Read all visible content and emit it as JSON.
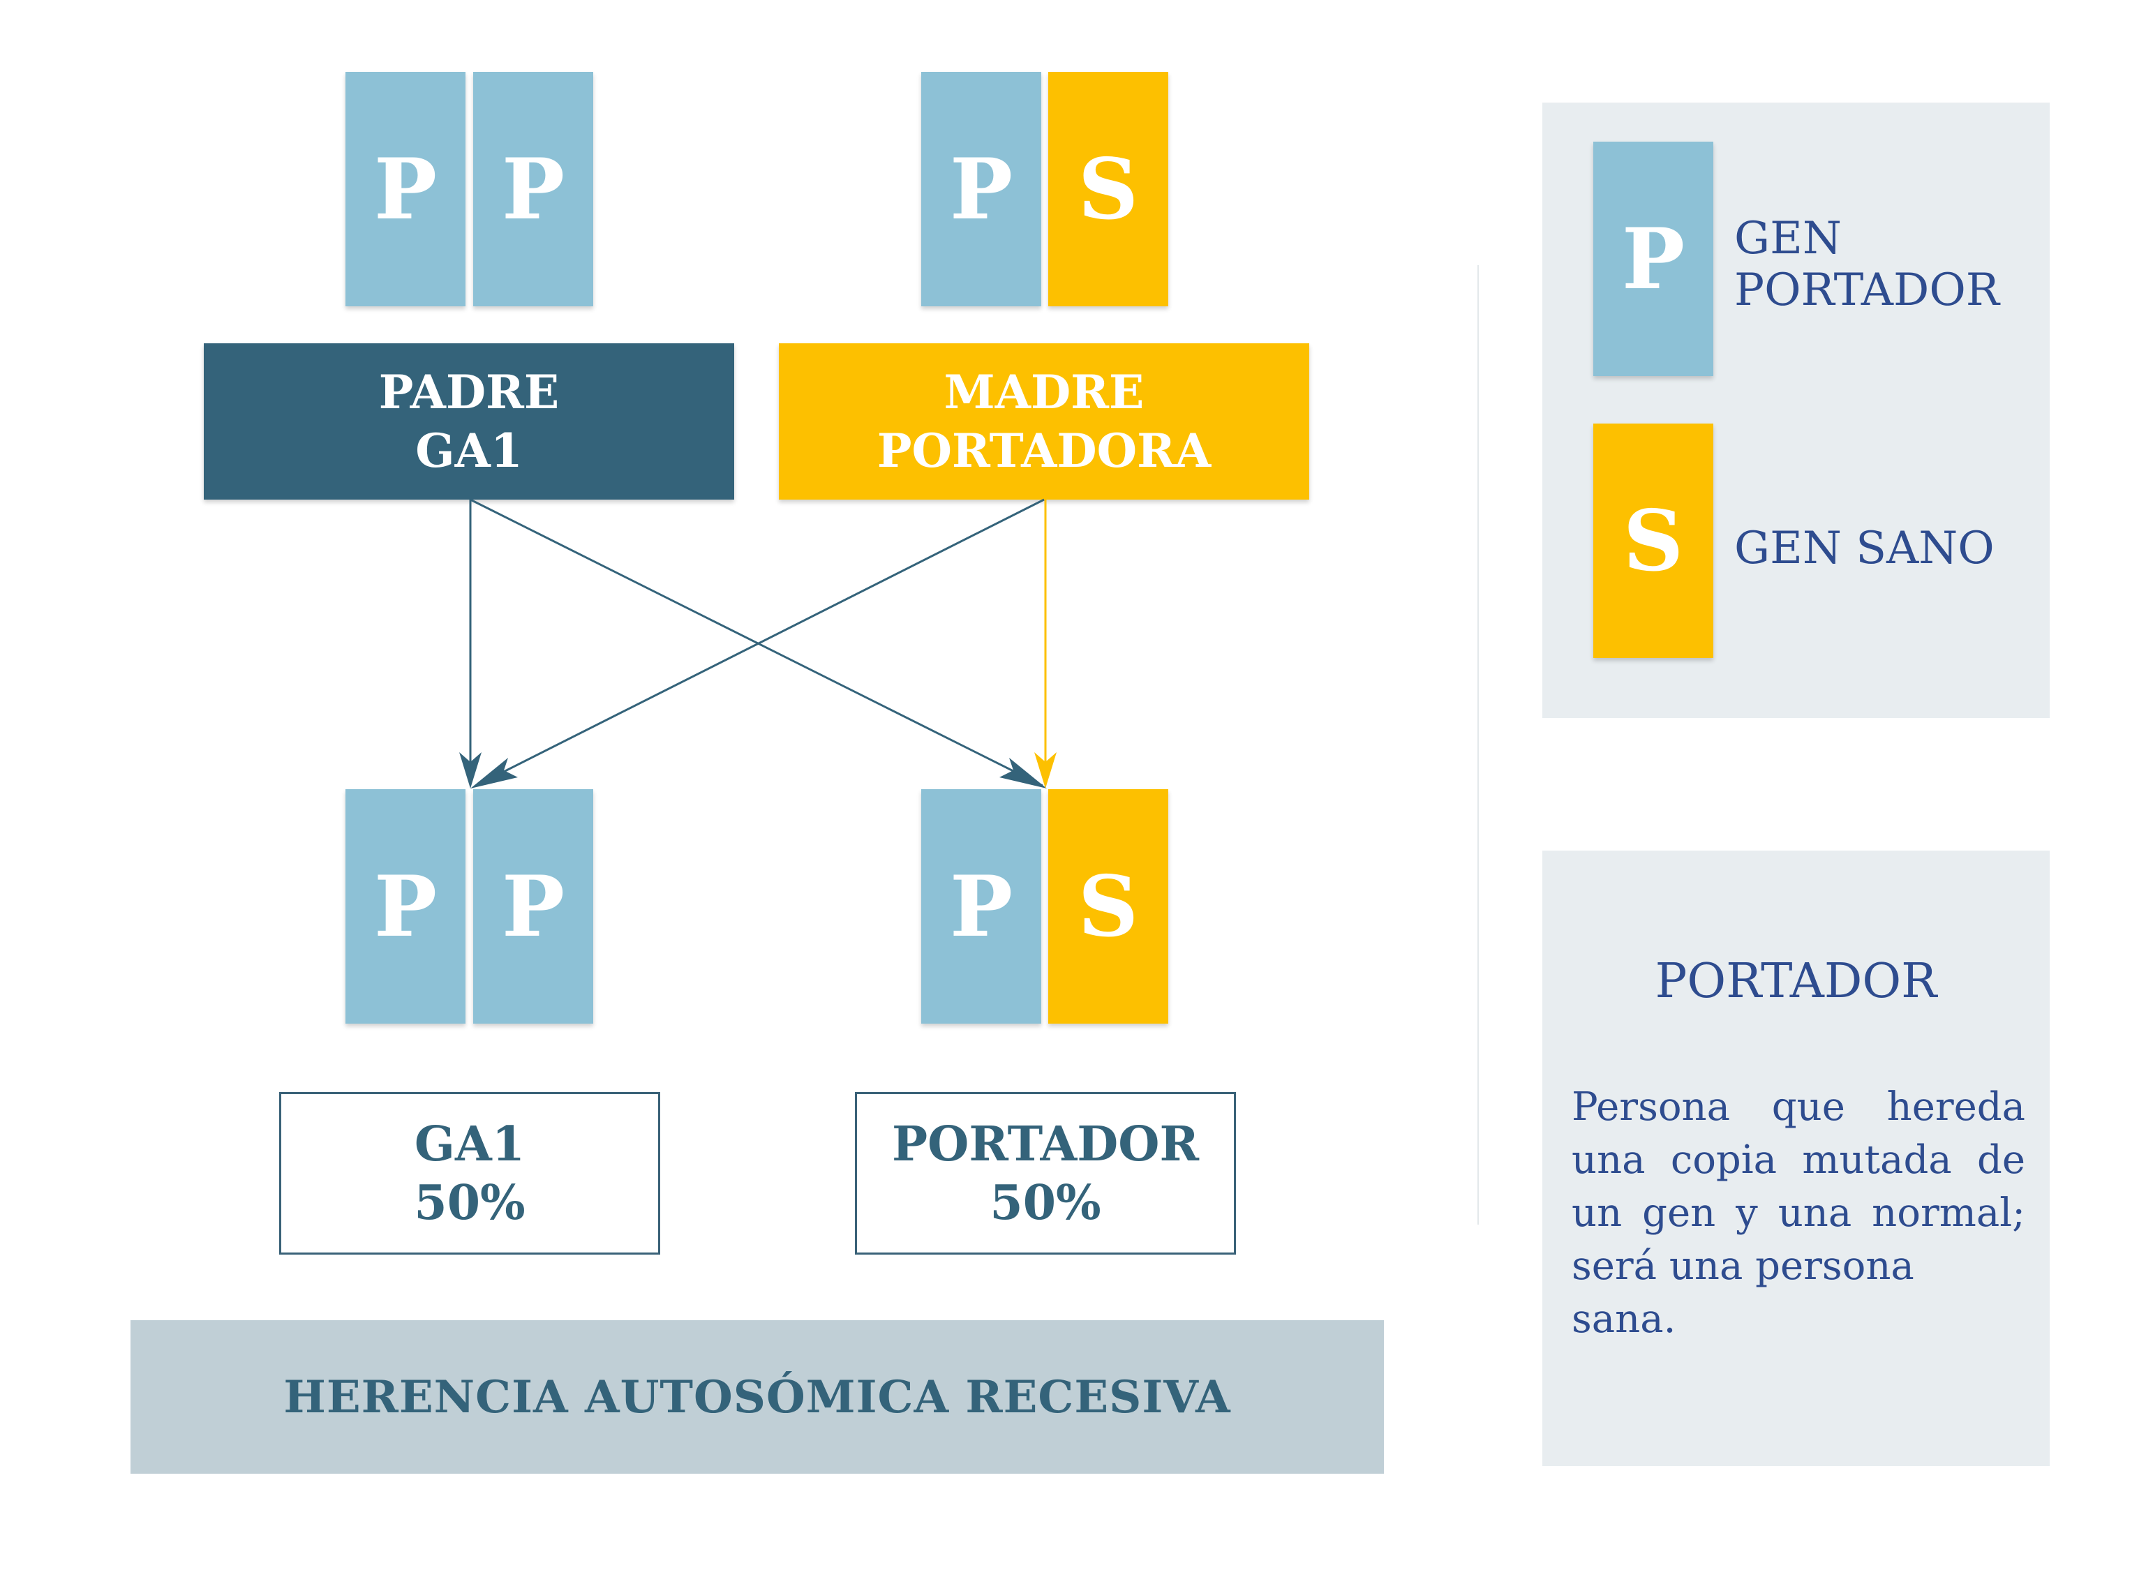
{
  "colors": {
    "gene_p": "#8dc1d6",
    "gene_s": "#fdc000",
    "padre": "#34637a",
    "madre": "#fdc000",
    "panel": "#e8edf0",
    "footer": "#c0cfd6",
    "legend_text": "#2e4c8f"
  },
  "parents": {
    "father": {
      "genes": [
        "P",
        "P"
      ],
      "label_line1": "PADRE",
      "label_line2": "GA1"
    },
    "mother": {
      "genes": [
        "P",
        "S"
      ],
      "label_line1": "MADRE",
      "label_line2": "PORTADORA"
    }
  },
  "children": {
    "left": {
      "genes": [
        "P",
        "P"
      ],
      "result_line1": "GA1",
      "result_line2": "50%"
    },
    "right": {
      "genes": [
        "P",
        "S"
      ],
      "result_line1": "PORTADOR",
      "result_line2": "50%"
    }
  },
  "footer": {
    "title": "HERENCIA AUTOSÓMICA RECESIVA"
  },
  "legend": {
    "p_letter": "P",
    "p_label_line1": "GEN",
    "p_label_line2": "PORTADOR",
    "s_letter": "S",
    "s_label": "GEN SANO"
  },
  "definition": {
    "title": "PORTADOR",
    "line1": "Persona que hereda",
    "line2": "una copia mutada de",
    "line3": "un gen y una normal;",
    "line4": "será una persona sana."
  }
}
